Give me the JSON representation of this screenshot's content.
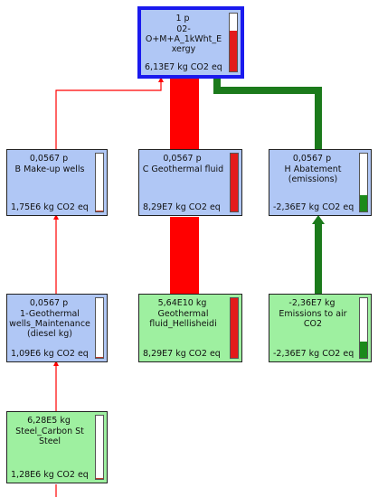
{
  "nodes": {
    "top": {
      "amount": "1 p",
      "label": "02-O+M+A_1kWht_E\nxergy",
      "impact": "6,13E7 kg CO2 eq",
      "gauge": {
        "level": 0.7,
        "color": "#e31b1b"
      }
    },
    "makeup": {
      "amount": "0,0567 p",
      "label": "B Make-up wells",
      "impact": "1,75E6 kg CO2 eq",
      "gauge": {
        "level": 0.02,
        "color": "#c0392b"
      }
    },
    "fluid": {
      "amount": "0,0567 p",
      "label": "C Geothermal fluid",
      "impact": "8,29E7 kg CO2 eq",
      "gauge": {
        "level": 1.0,
        "color": "#e31b1b"
      }
    },
    "abatement": {
      "amount": "0,0567 p",
      "label": "H Abatement\n(emissions)",
      "impact": "-2,36E7 kg CO2 eq",
      "gauge": {
        "level": 0.28,
        "color": "#1b8a1b"
      }
    },
    "maint": {
      "amount": "0,0567 p",
      "label": "1-Geothermal\nwells_Maintenance\n(diesel kg)",
      "impact": "1,09E6 kg CO2 eq",
      "gauge": {
        "level": 0.02,
        "color": "#c0392b"
      }
    },
    "hellis": {
      "amount": "5,64E10 kg",
      "label": "Geothermal\nfluid_Hellisheidi",
      "impact": "8,29E7 kg CO2 eq",
      "gauge": {
        "level": 1.0,
        "color": "#e31b1b"
      }
    },
    "emis": {
      "amount": "-2,36E7 kg",
      "label": "Emissions to air CO2",
      "impact": "-2,36E7 kg CO2 eq",
      "gauge": {
        "level": 0.28,
        "color": "#1b8a1b"
      }
    },
    "steel": {
      "amount": "6,28E5 kg",
      "label": "Steel_Carbon St Steel",
      "impact": "1,28E6 kg CO2 eq",
      "gauge": {
        "level": 0.02,
        "color": "#c0392b"
      }
    }
  },
  "colors": {
    "positive_flow": "#ff0000",
    "negative_flow": "#1b7a1b",
    "selection_border": "#1a1aee"
  }
}
